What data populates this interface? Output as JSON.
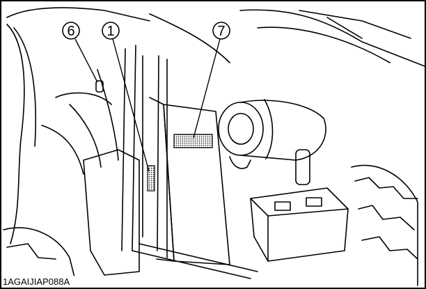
{
  "callouts": {
    "c6": "6",
    "c1": "1",
    "c7": "7"
  },
  "figure_code": "1AGAIJIAP088A"
}
